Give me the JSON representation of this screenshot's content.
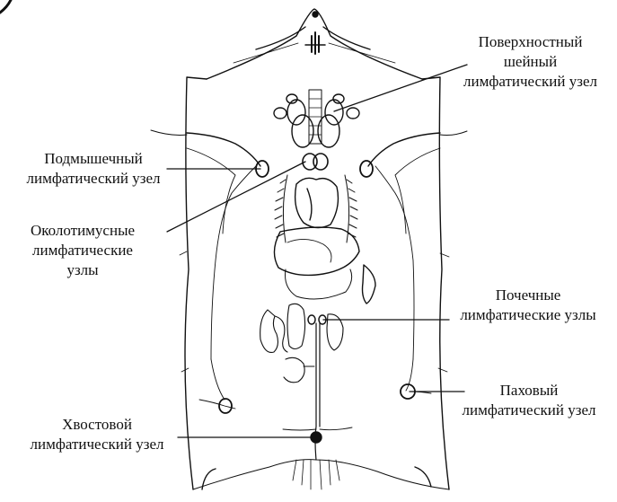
{
  "labels": {
    "cervical": {
      "lines": [
        "Поверхностный",
        "шейный",
        "лимфатический узел"
      ]
    },
    "axillary": {
      "lines": [
        "Подмышечный",
        "лимфатический узел"
      ]
    },
    "parathymic": {
      "lines": [
        "Околотимусные",
        "лимфатические",
        "узлы"
      ]
    },
    "renal": {
      "lines": [
        "Почечные",
        "лимфатические узлы"
      ]
    },
    "inguinal": {
      "lines": [
        "Паховый",
        "лимфатический узел"
      ]
    },
    "caudal": {
      "lines": [
        "Хвостовой",
        "лимфатический узел"
      ]
    }
  },
  "colors": {
    "ink": "#111111",
    "paper": "#ffffff"
  }
}
